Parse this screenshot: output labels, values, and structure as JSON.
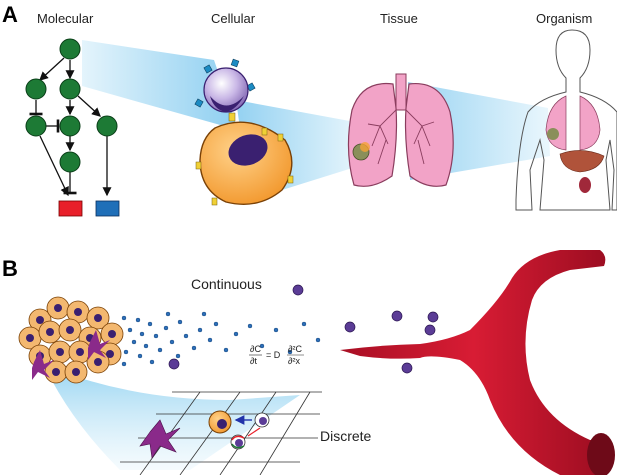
{
  "panel_a": {
    "letter": "A",
    "scales": {
      "molecular": "Molecular",
      "cellular": "Cellular",
      "tissue": "Tissue",
      "organism": "Organism"
    }
  },
  "panel_b": {
    "letter": "B",
    "continuous_label": "Continuous",
    "discrete_label": "Discrete",
    "equation": {
      "lhs_num": "∂C",
      "lhs_den": "∂t",
      "middle": "= D",
      "rhs_num": "∂²C",
      "rhs_den": "∂²x"
    }
  },
  "colors": {
    "node_green": "#1d7a35",
    "output_red": "#e8202a",
    "output_blue": "#1f6fb8",
    "cone_blue": "#9fd6f0",
    "vessel_red": "#c0142a",
    "lung_pink": "#f2a3c7",
    "cell_orange": "#f5a236",
    "nucleus_purple": "#3a2070",
    "liver_brown": "#b0533a"
  },
  "icons": [
    "gene-network-diagram",
    "immune-cell-icon",
    "tumor-cell-icon",
    "lungs-icon",
    "human-body-icon",
    "tumor-mass-icon",
    "blood-vessel-icon",
    "grid-lattice-icon"
  ]
}
